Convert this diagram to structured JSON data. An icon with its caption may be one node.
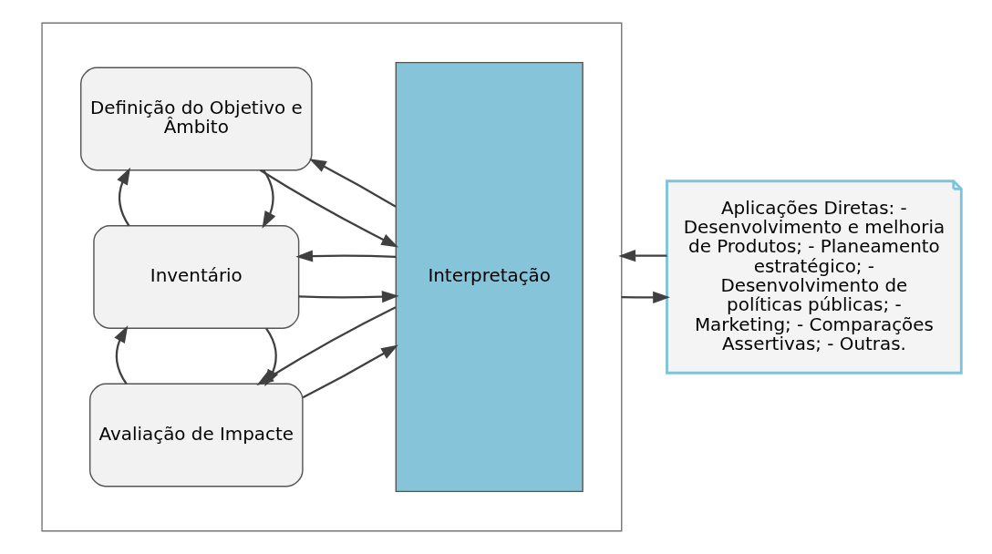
{
  "diagram": {
    "nodes": [
      {
        "text": [],
        "shape": "box"
      },
      {
        "text": [
          "Definição do Objetivo e Âmbito"
        ],
        "in": 0
      },
      {
        "text": [
          "Inventário"
        ],
        "in": 0
      },
      {
        "text": [
          "Avaliação de Impacte"
        ],
        "in": 0
      },
      {
        "text": [
          "Interpretação"
        ],
        "in": 0
      },
      {
        "text": [
          "Aplicações Diretas: - Desenvolvimento e melhoria de Produtos; - Planeamento estratégico; - Desenvolvimento de políticas públicas; - Marketing; - Comparações Assertivas; - Outras."
        ]
      }
    ],
    "edges": [
      {
        "from": 4,
        "to": 1,
        "arrow": "to"
      },
      {
        "from": 1,
        "to": 4,
        "arrow": "to"
      },
      {
        "from": 1,
        "to": 2,
        "arrow": "to"
      },
      {
        "from": 2,
        "to": 1,
        "arrow": "to"
      },
      {
        "from": 4,
        "to": 2,
        "arrow": "to"
      },
      {
        "from": 2,
        "to": 4,
        "arrow": "to"
      },
      {
        "from": 2,
        "to": 3,
        "arrow": "to"
      },
      {
        "from": 3,
        "to": 2,
        "arrow": "to"
      },
      {
        "from": 4,
        "to": 3,
        "arrow": "to"
      },
      {
        "from": 3,
        "to": 4,
        "arrow": "to"
      },
      {
        "from": 0,
        "to": 5,
        "arrow": "to"
      },
      {
        "from": 5,
        "to": 0,
        "arrow": "to"
      }
    ]
  }
}
